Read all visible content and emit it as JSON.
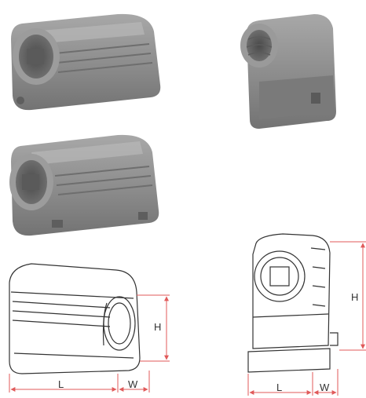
{
  "drawings": {
    "side_entry": {
      "length_label": "L",
      "width_label": "W",
      "height_label": "H"
    },
    "top_entry": {
      "length_label": "L",
      "width_label": "W",
      "height_label": "H"
    }
  },
  "colors": {
    "housing_gray": "#8c8c8c",
    "housing_dark": "#6a6a6a",
    "housing_light": "#b4b4b4",
    "dimension_line": "#e05a5a",
    "outline": "#333333"
  }
}
